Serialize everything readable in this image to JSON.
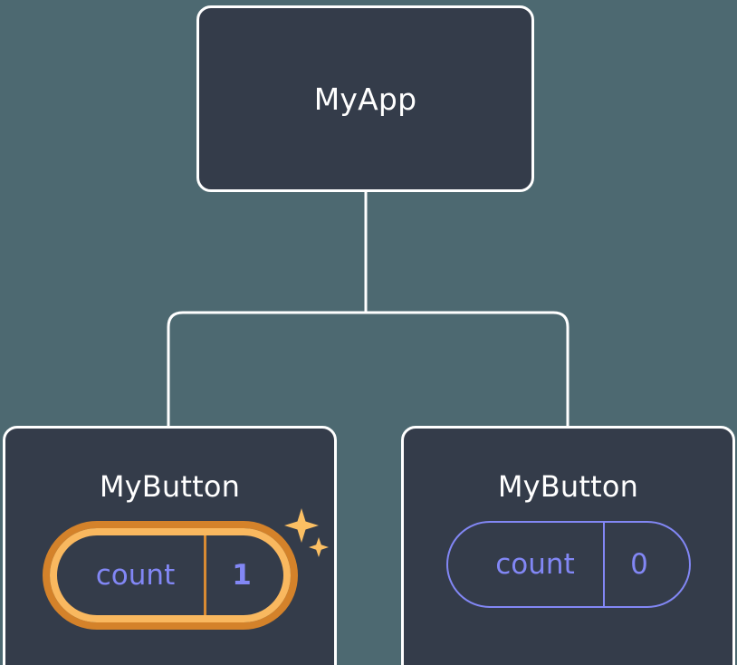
{
  "diagram": {
    "type": "component-tree",
    "background_color": "#4d6971",
    "node_fill": "#343c4a",
    "node_border": "#ffffff",
    "accent_highlight": "#f9b85f",
    "accent_highlight_dark": "#d4822a",
    "state_color": "#8287f5",
    "root": {
      "title": "MyApp"
    },
    "children": [
      {
        "title": "MyButton",
        "state": {
          "key": "count",
          "value": "1"
        },
        "highlighted": true,
        "sparkle_icons": [
          "sparkle-large-icon",
          "sparkle-small-icon"
        ]
      },
      {
        "title": "MyButton",
        "state": {
          "key": "count",
          "value": "0"
        },
        "highlighted": false
      }
    ]
  }
}
